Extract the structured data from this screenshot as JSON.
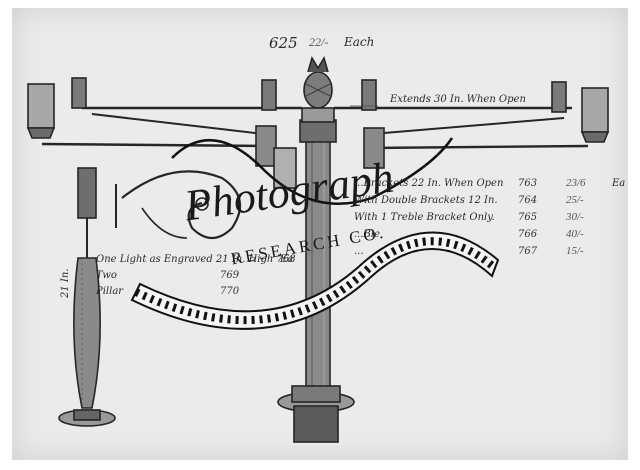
{
  "header": {
    "number": "625",
    "price": "22/-",
    "unit": "Each"
  },
  "annotations": {
    "extends": "Extends 30 In. When Open",
    "height": "21 In."
  },
  "right_list": [
    {
      "desc": "...Brackets 22 In. When Open",
      "num": "763",
      "price": "23/6",
      "unit": "Ea"
    },
    {
      "desc": "With Double Brackets 12 In.",
      "num": "764",
      "price": "25/-",
      "unit": ""
    },
    {
      "desc": "With 1 Treble Bracket Only.",
      "num": "765",
      "price": "30/-",
      "unit": ""
    },
    {
      "desc": "...Ble",
      "num": "766",
      "price": "40/-",
      "unit": ""
    },
    {
      "desc": "...",
      "num": "767",
      "price": "15/-",
      "unit": ""
    }
  ],
  "left_list": [
    {
      "desc": "One Light as Engraved 21 In. High 768",
      "price": "Ea"
    },
    {
      "desc": "Two",
      "num": "769",
      "price": ""
    },
    {
      "desc": "Pillar",
      "num": "770",
      "price": ""
    }
  ],
  "watermark": {
    "title": "Photograph",
    "subtitle": "RESEARCH CO."
  }
}
